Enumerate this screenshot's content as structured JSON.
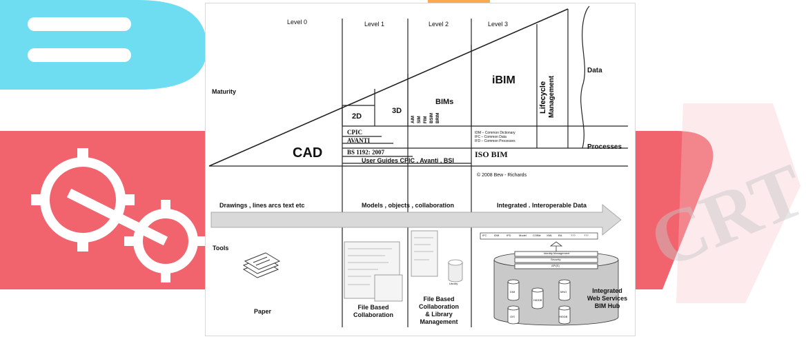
{
  "watermark": {
    "text": "CRT",
    "colors": {
      "cyan": "#55d7ee",
      "red": "#ef4f5a",
      "orange": "#f7a23a",
      "pink": "#f6c4c8"
    }
  },
  "diagram": {
    "levels": [
      "Level 0",
      "Level 1",
      "Level 2",
      "Level 3"
    ],
    "row_labels": {
      "maturity": "Maturity",
      "data": "Data",
      "processes": "Processes",
      "tools": "Tools"
    },
    "wedge": {
      "cad": "CAD",
      "twod": "2D",
      "threed": "3D",
      "bims": "BIMs",
      "bims_sub": [
        "AIM",
        "SIM",
        "FIM",
        "BSIM",
        "BRIM"
      ],
      "ibim": "iBIM",
      "lifecycle": [
        "Lifecycle",
        "Management"
      ]
    },
    "processes": {
      "level1": [
        "CPIC",
        "AVANTI",
        "BS 1192: 2007",
        "User Guides CPIC , Avanti , BSI"
      ],
      "level3": [
        "IDM – Common Dictionary",
        "IFC – Common Data",
        "IFD – Common Processes"
      ],
      "iso": "ISO BIM"
    },
    "copyright": "© 2008 Bew - Richards",
    "bands": {
      "drawings": "Drawings , lines arcs text etc",
      "models": "Models , objects , collaboration",
      "integrated": "Integrated . Interoperable Data"
    },
    "tools": {
      "paper": "Paper",
      "file_based": [
        "File Based",
        "Collaboration"
      ],
      "library_mgmt": [
        "File Based",
        "Collaboration",
        "& Library",
        "Management"
      ],
      "library": "Library",
      "hub": [
        "Integrated",
        "Web Services",
        "BIM Hub"
      ],
      "hub_row": [
        "IFC",
        "IDM",
        "IFD",
        "Model",
        "COBie",
        "XML",
        "BIL",
        "???",
        "???"
      ],
      "hub_layers": [
        "Identity Management",
        "Security",
        "API(S)"
      ],
      "db_labels": [
        "DIM",
        "HIDDB",
        "MNG",
        "GIS",
        "HIDDB"
      ]
    }
  }
}
